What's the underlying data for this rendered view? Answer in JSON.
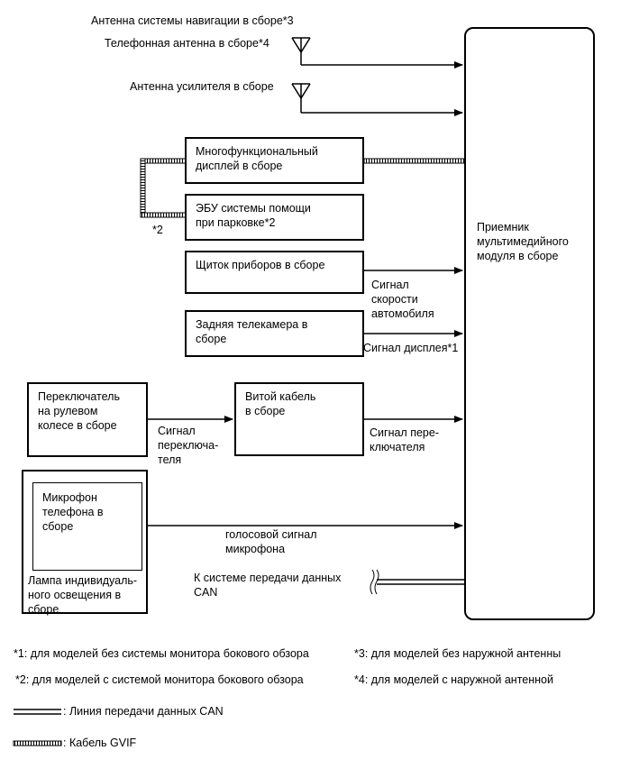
{
  "antennas": {
    "nav": "Антенна системы навигации в сборе*3",
    "phone": "Телефонная антенна в сборе*4",
    "amp": "Антенна усилителя в сборе"
  },
  "boxes": {
    "receiver": "Приемник\nмультимедийного\nмодуля в сборе",
    "multidisplay": "Многофункциональный\nдисплей в сборе",
    "parking_ecu": "ЭБУ системы помощи\nпри парковке*2",
    "meter": "Щиток приборов в сборе",
    "rear_camera": "Задняя телекамера в\nсборе",
    "steering_switch": "Переключатель\nна рулевом\nколесе в сборе",
    "spiral_cable": "Витой кабель\nв сборе",
    "microphone": "Микрофон\nтелефона в\nсборе",
    "lamp": "Лампа индивидуаль-\nного освещения в\nсборе"
  },
  "signals": {
    "speed": "Сигнал\nскорости\nавтомобиля",
    "display": "Сигнал дисплея*1",
    "switch_left": "Сигнал\nпереключа-\nтеля",
    "switch_right": "Сигнал пере-\nключателя",
    "mic": "голосовой сигнал\nмикрофона",
    "can": "К системе передачи данных\nCAN",
    "gvif_note": "*2"
  },
  "footnotes": {
    "n1": "*1: для моделей без системы монитора бокового обзора",
    "n2": "*2: для моделей с системой монитора бокового обзора",
    "n3": "*3: для моделей без наружной антенны",
    "n4": "*4: для моделей с наружной антенной"
  },
  "legend": {
    "can_line": ": Линия передачи данных CAN",
    "gvif": ": Кабель GVIF"
  }
}
